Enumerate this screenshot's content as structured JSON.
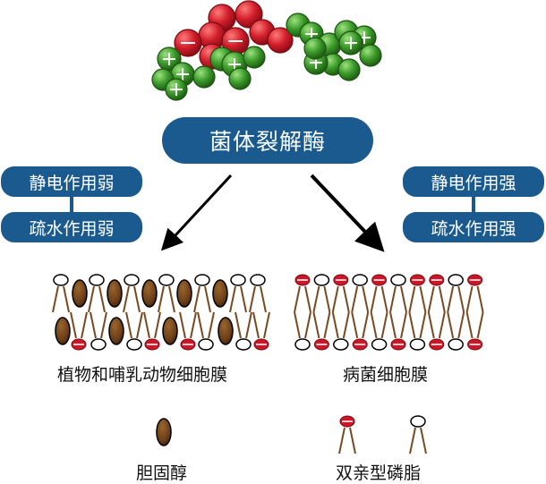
{
  "enzyme": "菌体裂解酶",
  "left_tags": [
    "静电作用弱",
    "疏水作用弱"
  ],
  "right_tags": [
    "静电作用强",
    "疏水作用强"
  ],
  "left_membrane_label": "植物和哺乳动物细胞膜",
  "right_membrane_label": "病菌细胞膜",
  "legend": {
    "cholesterol": "胆固醇",
    "phospholipid": "双亲型磷脂"
  },
  "colors": {
    "pill": "#1b5a8f",
    "negative_sphere": "#cc1f2b",
    "positive_sphere": "#3a9a2a",
    "cholesterol": "#6b3e16",
    "red_head": "#c8182a",
    "lipid_tail": "#7a4a22"
  }
}
